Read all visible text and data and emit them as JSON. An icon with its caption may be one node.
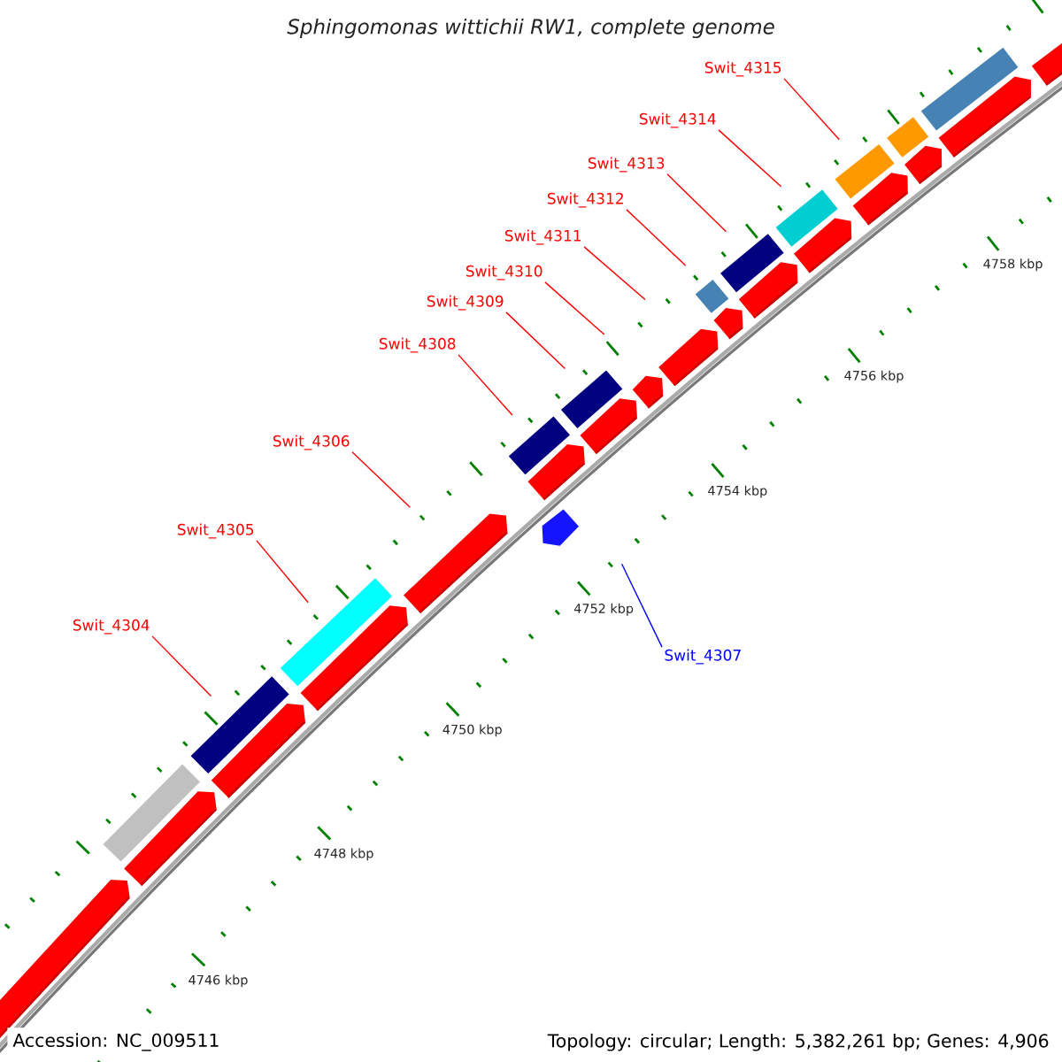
{
  "diagram": {
    "title": "Sphingomonas wittichii RW1, complete genome",
    "nodes": [
      {
        "text": [
          "Swit_4315"
        ]
      },
      {
        "text": [
          "Swit_4314"
        ]
      },
      {
        "text": [
          "Swit_4313"
        ]
      },
      {
        "text": [
          "Swit_4312"
        ]
      },
      {
        "text": [
          "Swit_4311"
        ]
      },
      {
        "text": [
          "Swit_4310"
        ]
      },
      {
        "text": [
          "Swit_4309"
        ]
      },
      {
        "text": [
          "Swit_4308"
        ]
      },
      {
        "text": [
          "Swit_4306"
        ]
      },
      {
        "text": [
          "Swit_4305"
        ]
      },
      {
        "text": [
          "Swit_4304"
        ]
      },
      {
        "text": [
          "Swit_4307"
        ]
      }
    ],
    "edges": [
      {
        "from": 0,
        "to": null,
        "arrow": "none"
      },
      {
        "from": 1,
        "to": null,
        "arrow": "none"
      },
      {
        "from": 2,
        "to": null,
        "arrow": "none"
      },
      {
        "from": 3,
        "to": null,
        "arrow": "none"
      },
      {
        "from": 4,
        "to": null,
        "arrow": "none"
      },
      {
        "from": 5,
        "to": null,
        "arrow": "none"
      },
      {
        "from": 6,
        "to": null,
        "arrow": "none"
      },
      {
        "from": 7,
        "to": null,
        "arrow": "none"
      },
      {
        "from": 8,
        "to": null,
        "arrow": "none"
      },
      {
        "from": 9,
        "to": null,
        "arrow": "none"
      },
      {
        "from": 10,
        "to": null,
        "arrow": "none"
      },
      {
        "from": 11,
        "to": null,
        "arrow": "none",
        "color": "#0000ff"
      }
    ],
    "labels": [
      "4758 kbp",
      "4756 kbp",
      "4754 kbp",
      "4752 kbp",
      "4750 kbp",
      "4748 kbp",
      "4746 kbp",
      "Accession: NC_009511",
      "Topology: circular; Length: 5,382,261 bp; Genes: 4,906"
    ]
  }
}
